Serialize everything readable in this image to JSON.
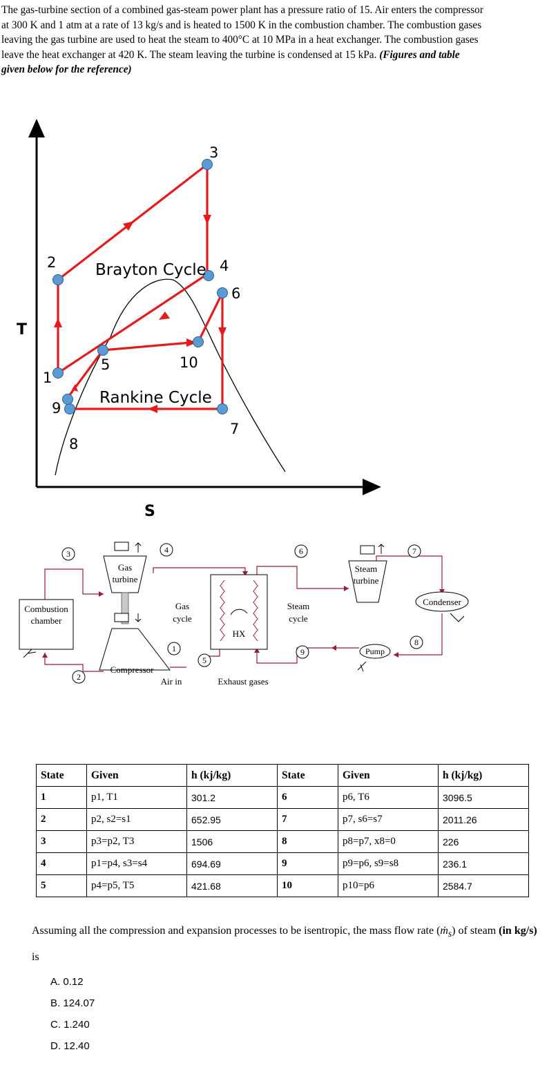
{
  "problem": {
    "text": "The gas-turbine section of a combined gas-steam power plant has a pressure ratio of 15. Air enters the compressor at 300 K and 1 atm at a rate of 13 kg/s and is heated to 1500 K in the combustion chamber. The combustion gases leaving the gas turbine are used to heat the steam to 400°C at 10 MPa in a heat exchanger. The combustion gases leave the heat exchanger at 420 K. The steam leaving the turbine is condensed at 15 kPa.",
    "reference_note": "(Figures and table given below for the reference)"
  },
  "ts_diagram": {
    "y_axis_label": "T",
    "x_axis_label": "S",
    "brayton_label": "Brayton Cycle",
    "rankine_label": "Rankine Cycle",
    "point_labels": {
      "p1": "1",
      "p2": "2",
      "p3": "3",
      "p4": "4",
      "p5": "5",
      "p6": "6",
      "p7": "7",
      "p8": "8",
      "p9": "9",
      "p10": "10"
    },
    "colors": {
      "cycle_line": "#e31b1b",
      "state_point": "#5b9bd5",
      "axis": "#000000"
    }
  },
  "schematic": {
    "combustion_chamber": [
      "Combustion",
      "chamber"
    ],
    "gas_turbine": [
      "Gas",
      "turbine"
    ],
    "compressor": "Compressor",
    "gas_cycle": [
      "Gas",
      "cycle"
    ],
    "hx": "HX",
    "steam_cycle": [
      "Steam",
      "cycle"
    ],
    "steam_turbine": [
      "Steam",
      "turbine"
    ],
    "condenser": "Condenser",
    "pump": "Pump",
    "air_in": "Air in",
    "exhaust_gases": "Exhaust gases",
    "state_numbers": {
      "s1": "1",
      "s2": "2",
      "s3": "3",
      "s4": "4",
      "s5": "5",
      "s6": "6",
      "s7": "7",
      "s8": "8",
      "s9": "9"
    },
    "colors": {
      "pipe": "#9b1b30"
    }
  },
  "table": {
    "headers": [
      "State",
      "Given",
      "h (kj/kg)",
      "State",
      "Given",
      "h (kj/kg)"
    ],
    "rows": [
      [
        "1",
        "p1, T1",
        "301.2",
        "6",
        "p6, T6",
        "3096.5"
      ],
      [
        "2",
        "p2, s2=s1",
        "652.95",
        "7",
        "p7, s6=s7",
        "2011.26"
      ],
      [
        "3",
        "p3=p2, T3",
        "1506",
        "8",
        "p8=p7, x8=0",
        "226"
      ],
      [
        "4",
        "p1=p4, s3=s4",
        "694.69",
        "9",
        "p9=p6, s9=s8",
        "236.1"
      ],
      [
        "5",
        "p4=p5, T5",
        "421.68",
        "10",
        "p10=p6",
        "2584.7"
      ]
    ]
  },
  "question": {
    "part1": "Assuming all the compression and expansion processes to be isentropic, the mass flow rate (",
    "symbol": "ṁ",
    "subscript": "s",
    "part2": ") of steam ",
    "unit": "(in kg/s)",
    "part3": " is"
  },
  "options": [
    {
      "letter": "A.",
      "text": "0.12"
    },
    {
      "letter": "B.",
      "text": "124.07"
    },
    {
      "letter": "C.",
      "text": "1.240"
    },
    {
      "letter": "D.",
      "text": "12.40"
    }
  ]
}
